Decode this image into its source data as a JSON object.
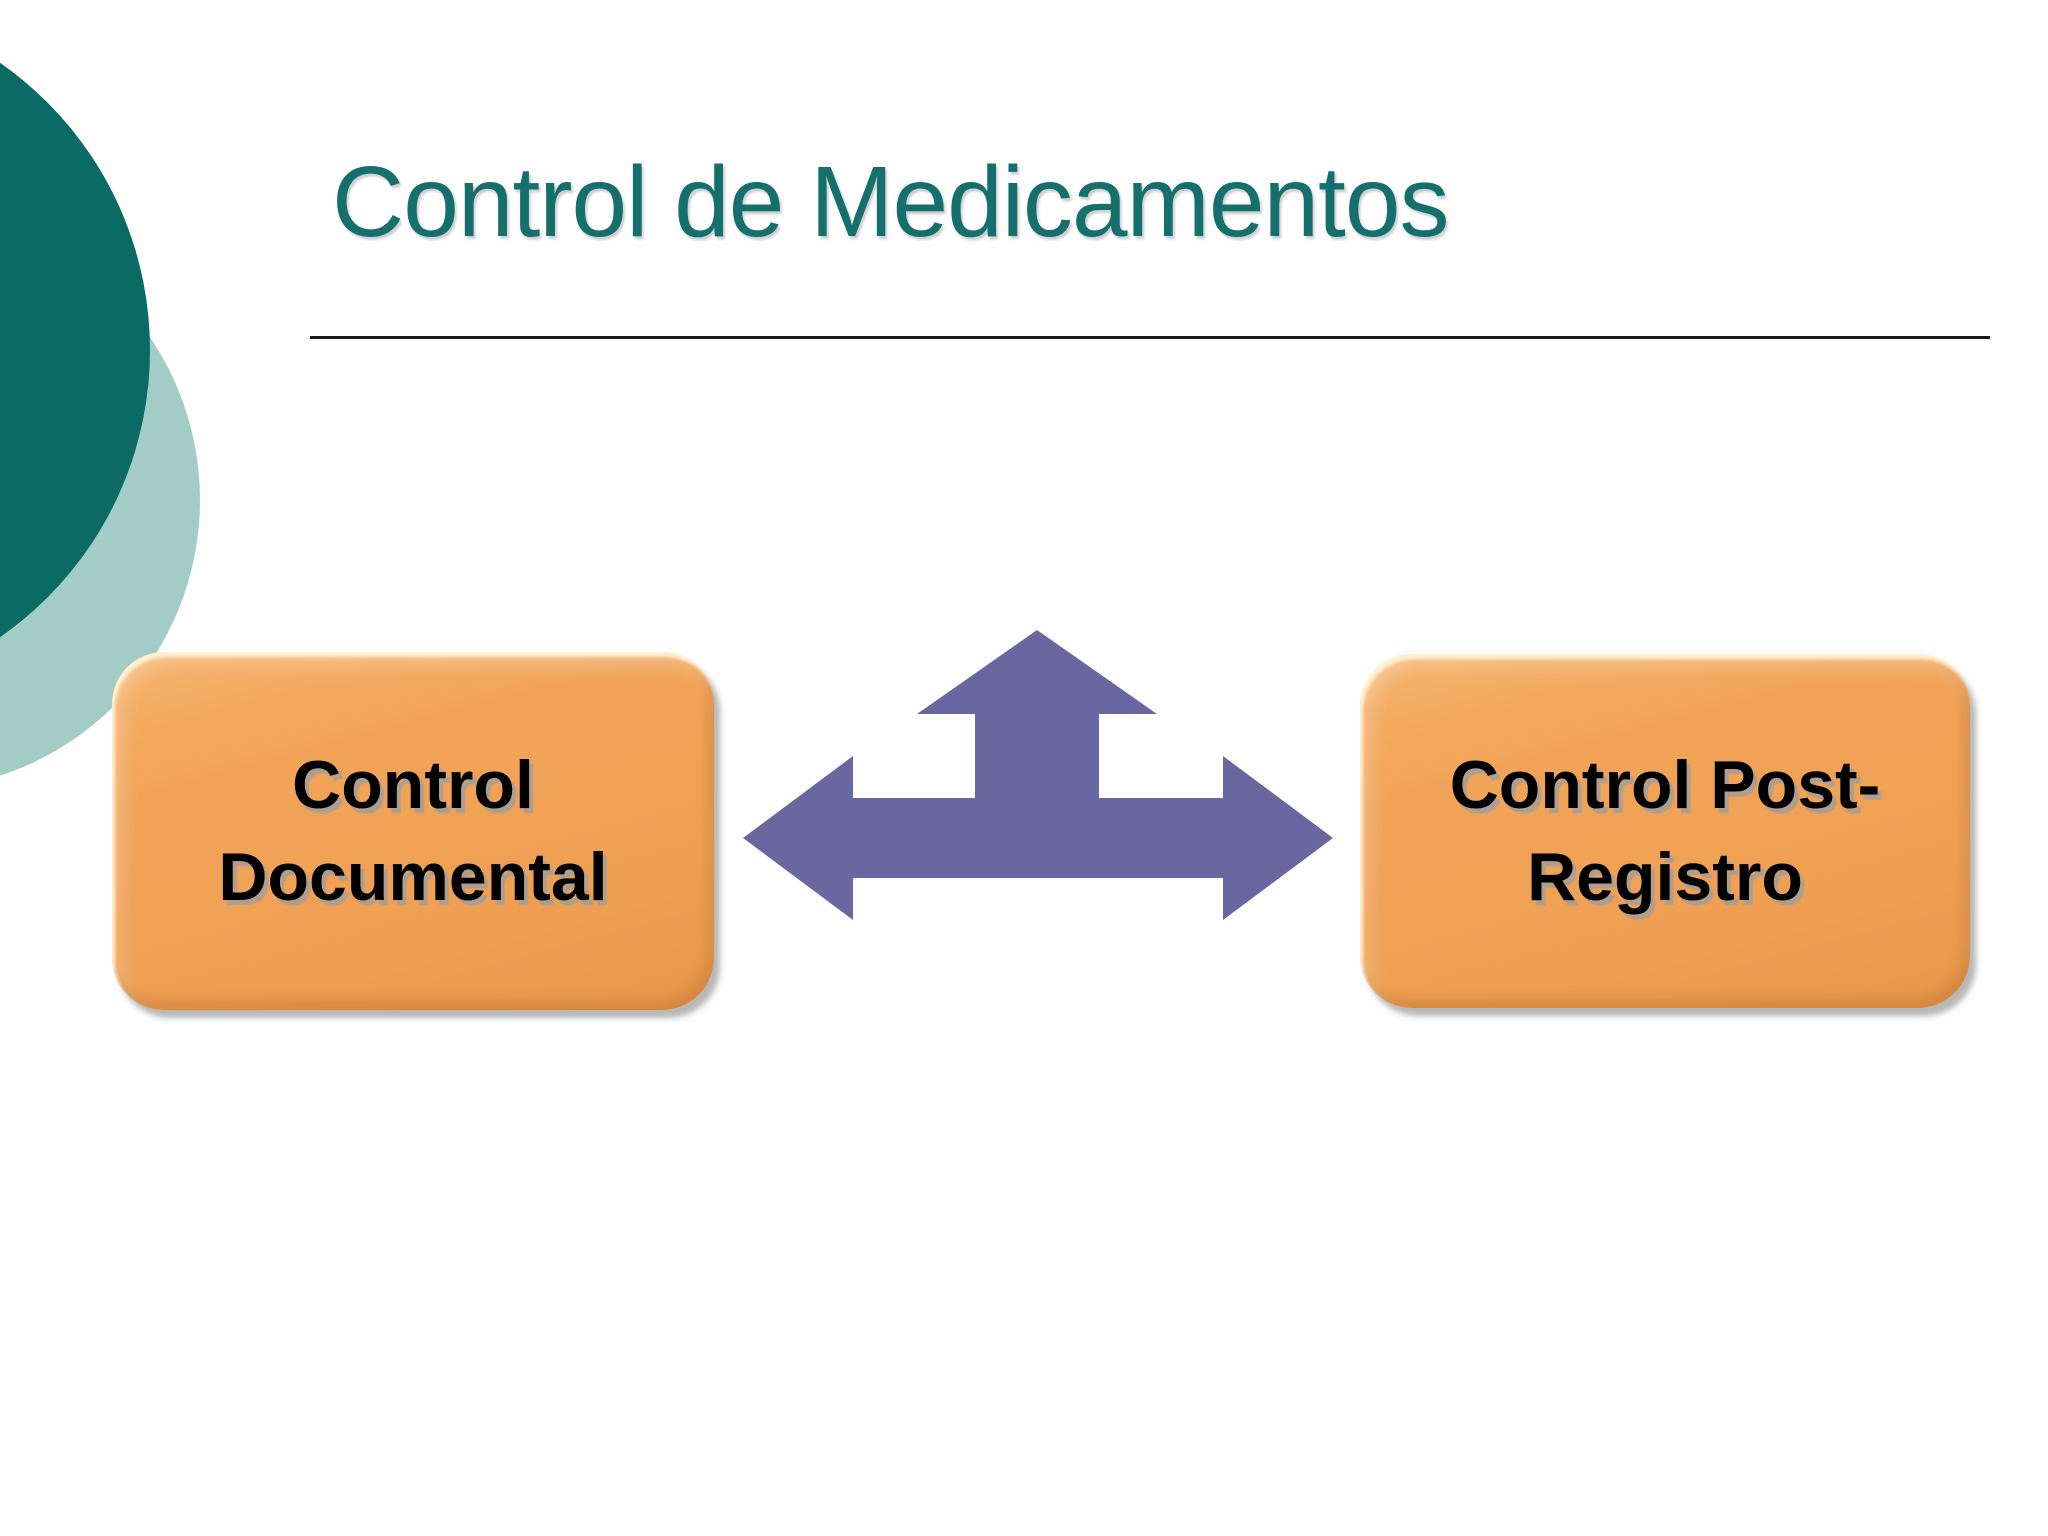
{
  "title": "Control de Medicamentos",
  "boxes": {
    "left": {
      "line1": "Control",
      "line2": "Documental"
    },
    "right": {
      "line1": "Control Post-",
      "line2": "Registro"
    }
  },
  "icons": {
    "arrow": "three-way-arrow-up-left-right"
  },
  "colors": {
    "background": "#ffffff",
    "title_text": "#15706d",
    "divider": "#1b1b1b",
    "box_fill": "#efa053",
    "box_highlight": "#fdeecb",
    "box_text": "#000000",
    "arrow_fill": "#6967a0",
    "circle_dark": "#0a6a64",
    "circle_light": "#a3ccc6"
  }
}
